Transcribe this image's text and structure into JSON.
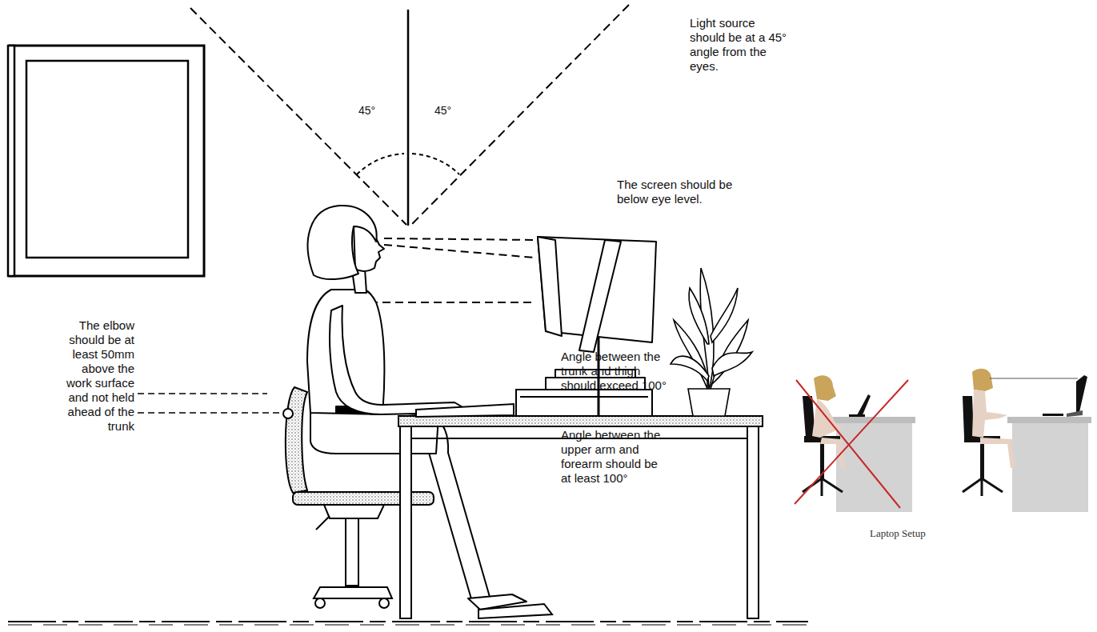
{
  "diagram": {
    "labels": [
      "Light source should be at a 45° angle from the eyes.",
      "45°",
      "45°",
      "The screen should be below eye level.",
      "The elbow should be at least 50mm above the work surface and not held ahead of the trunk",
      "Angle between the trunk and thigh should exceed 100°",
      "Angle between the upper arm and forearm should be at least 100°",
      "Laptop Setup"
    ]
  }
}
